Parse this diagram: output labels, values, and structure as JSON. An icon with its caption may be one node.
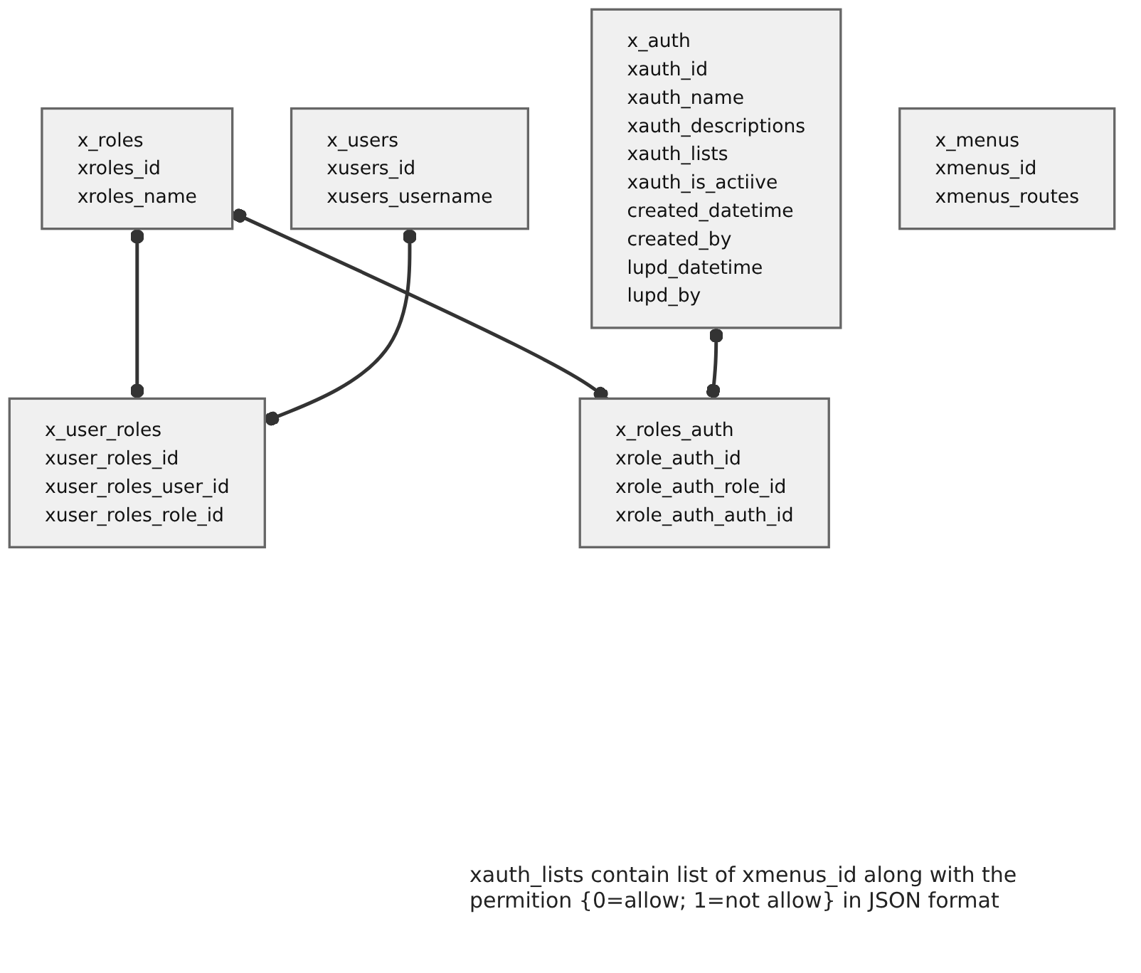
{
  "diagram": {
    "nodes": [
      {
        "text": [
          "x_roles",
          "xroles_id",
          "xroles_name"
        ]
      },
      {
        "text": [
          "x_user_roles",
          "xuser_roles_id",
          "xuser_roles_user_id",
          "xuser_roles_role_id"
        ]
      },
      {
        "text": [
          "x_roles_auth",
          "xrole_auth_id",
          "xrole_auth_role_id",
          "xrole_auth_auth_id"
        ]
      },
      {
        "text": [
          "x_users",
          "xusers_id",
          "xusers_username"
        ]
      },
      {
        "text": [
          "x_auth",
          "xauth_id",
          "xauth_name",
          "xauth_descriptions",
          "xauth_lists",
          "xauth_is_actiive",
          "created_datetime",
          "created_by",
          "lupd_datetime",
          "lupd_by"
        ]
      },
      {
        "text": [
          "x_menus",
          "xmenus_id",
          "xmenus_routes"
        ]
      }
    ],
    "edges": [
      {
        "from": 0,
        "to": 1,
        "arrow": "other"
      },
      {
        "from": 0,
        "to": 2,
        "arrow": "other"
      },
      {
        "from": 3,
        "to": 1,
        "arrow": "other"
      },
      {
        "from": 4,
        "to": 2,
        "arrow": "other"
      }
    ],
    "labels": [
      "xauth_lists contain list of xmenus_id along with the permition {0=allow; 1=not allow} in JSON format"
    ]
  }
}
